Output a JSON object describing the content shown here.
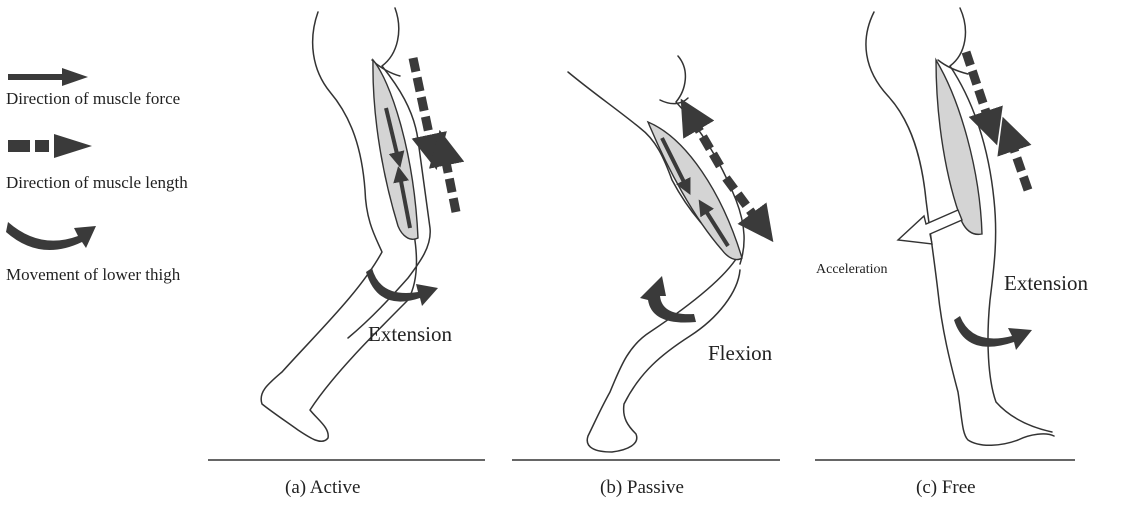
{
  "legend": {
    "muscle_force": "Direction of muscle force",
    "muscle_length": "Direction of muscle length",
    "thigh_movement": "Movement of lower thigh"
  },
  "panels": [
    {
      "caption": "(a) Active",
      "motion": "Extension"
    },
    {
      "caption": "(b) Passive",
      "motion": "Flexion"
    },
    {
      "caption": "(c) Free",
      "motion": "Extension",
      "acceleration": "Acceleration"
    }
  ],
  "colors": {
    "arrow": "#3a3a3a",
    "muscle_fill": "#d4d4d4",
    "line": "#333333"
  }
}
